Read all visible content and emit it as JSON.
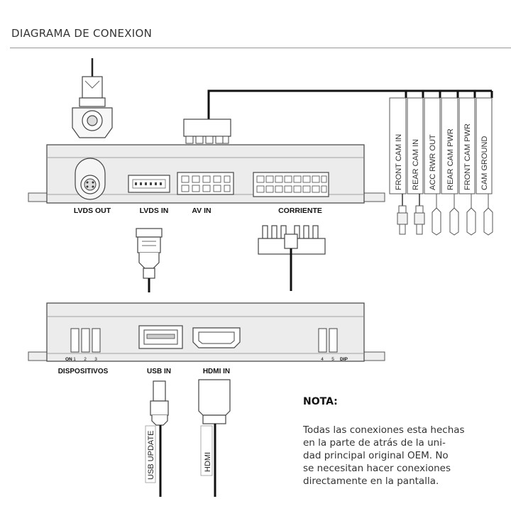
{
  "header": {
    "title": "DIAGRAMA DE CONEXION"
  },
  "top_unit": {
    "ports": [
      "LVDS OUT",
      "LVDS IN",
      "AV IN",
      "CORRIENTE"
    ]
  },
  "cables": [
    "FRONT CAM IN",
    "REAR CAM IN",
    "ACC RWR OUT",
    "REAR CAM PWR",
    "FRONT CAM PWR",
    "CAM GROUND"
  ],
  "bottom_unit": {
    "ports": [
      "DISPOSITIVOS",
      "USB IN",
      "HDMI IN"
    ],
    "switch_left_label": "ON",
    "switch_left_nums": [
      "1",
      "2",
      "3"
    ],
    "switch_right_nums": [
      "4",
      "5"
    ],
    "switch_right_label": "DIP"
  },
  "plugs": {
    "usb": "USB UPDATE",
    "hdmi": "HDMI"
  },
  "note": {
    "heading": "NOTA:",
    "lines": [
      "Todas las conexiones esta hechas",
      "en la parte de atrás de la uni-",
      "dad principal original OEM. No",
      "se necesitan hacer conexiones",
      "directamente en la pantalla."
    ]
  }
}
